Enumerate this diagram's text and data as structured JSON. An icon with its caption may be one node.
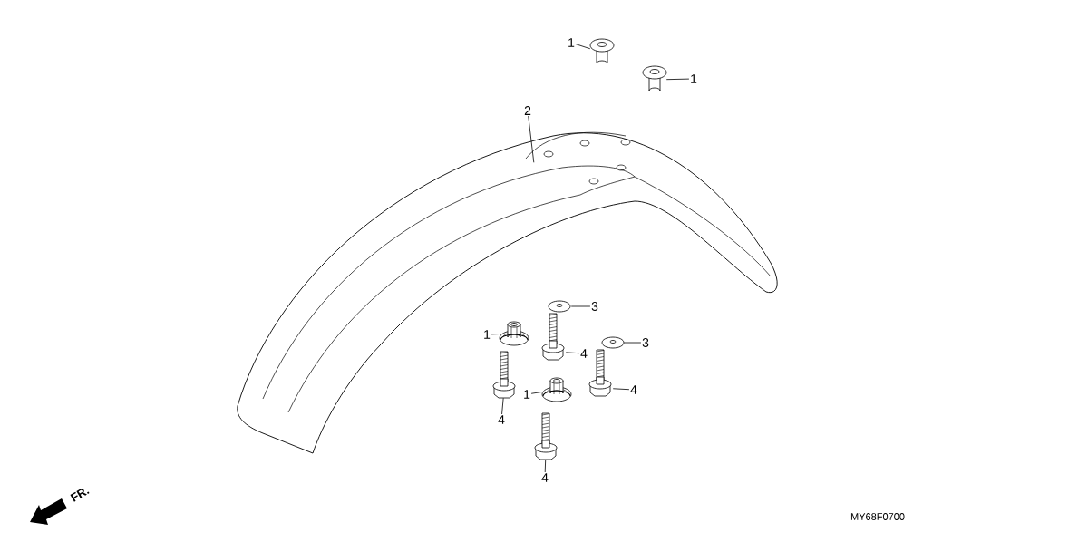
{
  "diagram": {
    "nodes": [
      {
        "text": [
          "1"
        ]
      },
      {
        "text": [],
        "shape": "picture"
      },
      {
        "text": [],
        "shape": "picture"
      },
      {
        "text": [
          "1"
        ]
      },
      {
        "text": [
          "2"
        ]
      },
      {
        "text": [],
        "shape": "picture"
      },
      {
        "text": [],
        "shape": "picture"
      },
      {
        "text": [
          "3"
        ]
      },
      {
        "text": [
          "1"
        ]
      },
      {
        "text": [],
        "shape": "picture"
      },
      {
        "text": [],
        "shape": "picture"
      },
      {
        "text": [
          "4"
        ]
      },
      {
        "text": [],
        "shape": "picture"
      },
      {
        "text": [
          "3"
        ]
      },
      {
        "text": [],
        "shape": "picture"
      },
      {
        "text": [
          "4"
        ]
      },
      {
        "text": [
          "1"
        ]
      },
      {
        "text": [],
        "shape": "picture"
      },
      {
        "text": [],
        "shape": "picture"
      },
      {
        "text": [
          "4"
        ]
      },
      {
        "text": [],
        "shape": "picture"
      },
      {
        "text": [
          "4"
        ]
      }
    ],
    "edges": [
      {
        "from": 0,
        "to": 1,
        "arrow": "none"
      },
      {
        "from": 3,
        "to": 2,
        "arrow": "none"
      },
      {
        "from": 4,
        "to": 5,
        "arrow": "none"
      },
      {
        "from": 7,
        "to": 6,
        "arrow": "none"
      },
      {
        "from": 8,
        "to": 9,
        "arrow": "none"
      },
      {
        "from": 11,
        "to": 10,
        "arrow": "none"
      },
      {
        "from": 13,
        "to": 12,
        "arrow": "none"
      },
      {
        "from": 15,
        "to": 14,
        "arrow": "none"
      },
      {
        "from": 16,
        "to": 17,
        "arrow": "none"
      },
      {
        "from": 19,
        "to": 18,
        "arrow": "none"
      },
      {
        "from": 21,
        "to": 20,
        "arrow": "none"
      }
    ],
    "labels": [
      "FR.",
      "MY68F0700"
    ]
  }
}
